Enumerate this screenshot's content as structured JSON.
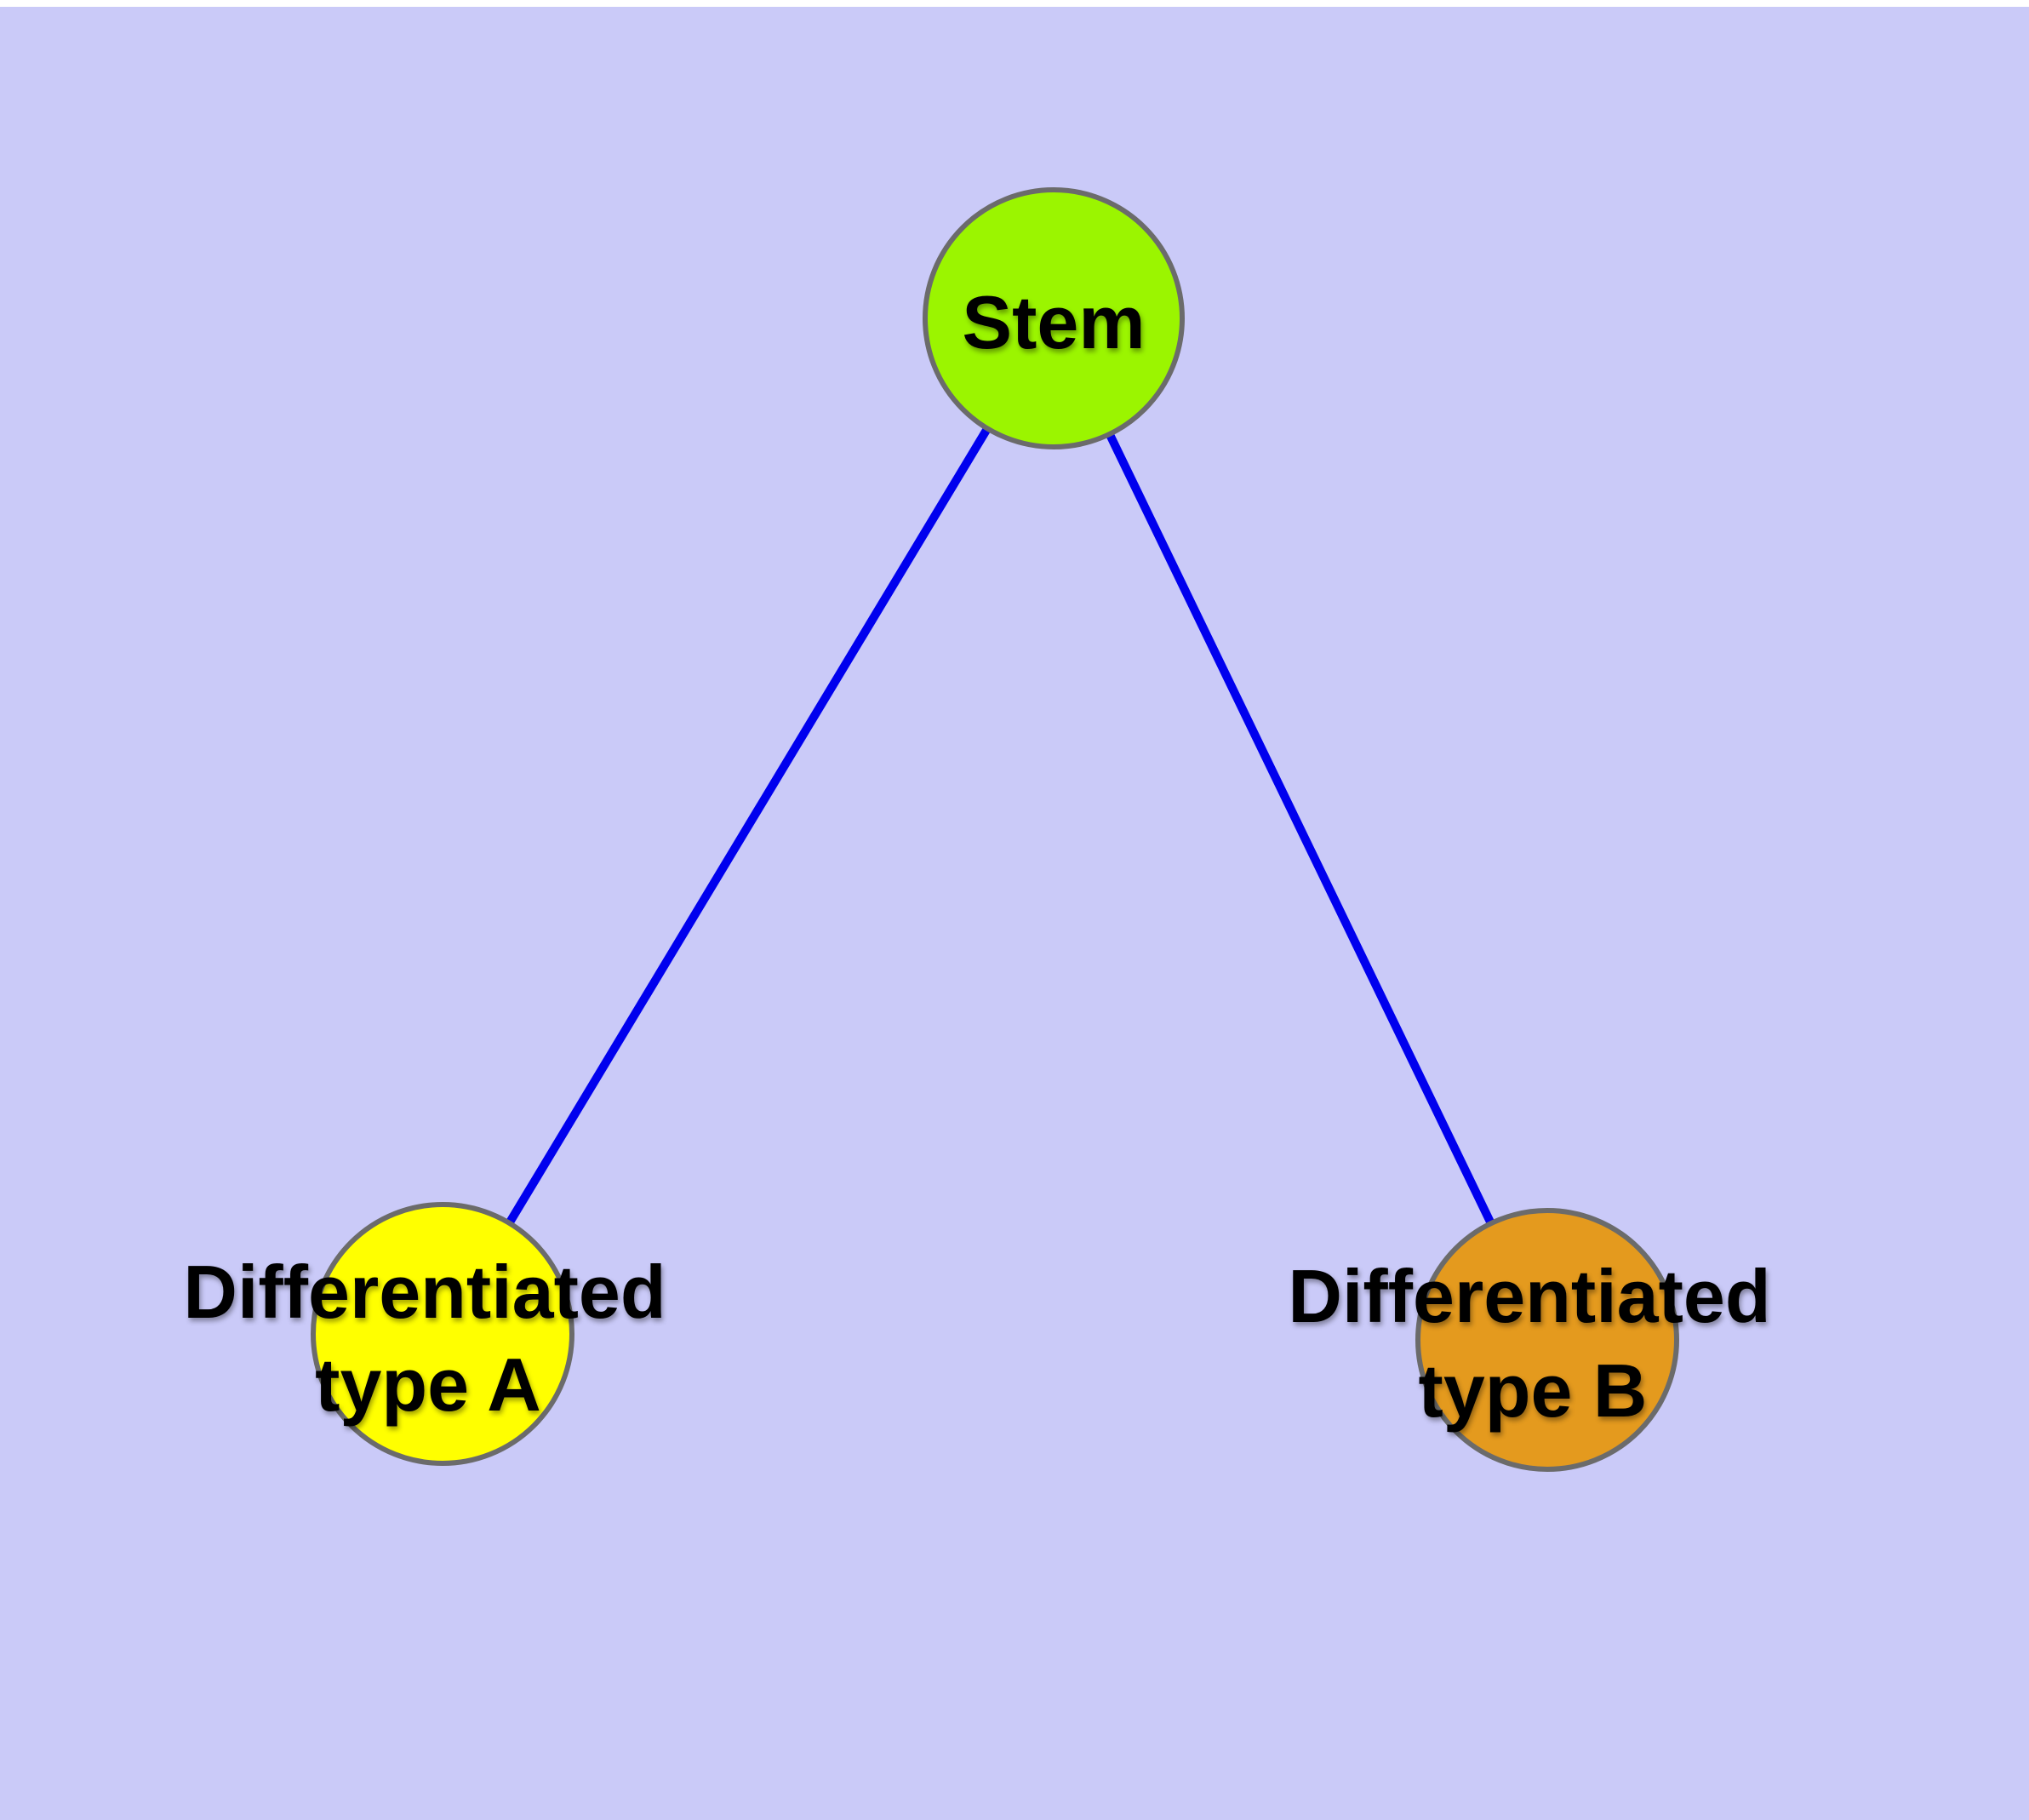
{
  "diagram": {
    "background_color": "#cacaf8",
    "top_strip_color": "#ffffff",
    "edge_color": "#0000ee",
    "node_border_color": "#6b6b6b",
    "label_color": "#000000",
    "nodes": {
      "stem": {
        "label": "Stem",
        "fill": "#9bf500"
      },
      "type_a": {
        "label_line1": "Differentiated",
        "label_line2": "type A",
        "fill": "#ffff00"
      },
      "type_b": {
        "label_line1": "Differentiated",
        "label_line2": "type B",
        "fill": "#e49a1e"
      }
    },
    "edges": [
      {
        "from": "Stem",
        "to": "Differentiated type A"
      },
      {
        "from": "Stem",
        "to": "Differentiated type B"
      }
    ]
  }
}
